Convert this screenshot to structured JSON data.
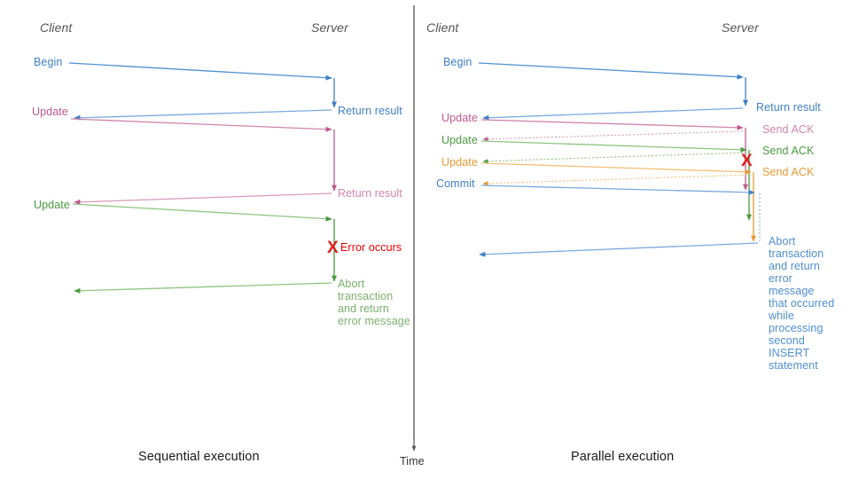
{
  "diagram": {
    "title": "Sequential vs Parallel transaction execution",
    "divider": {
      "name": "panel-divider",
      "color": "#444444"
    },
    "time_axis": {
      "label": "Time",
      "color": "#555555"
    },
    "colors": {
      "blue": "#3f7fc4",
      "blue_light": "#7aa9dd",
      "pink": "#bf5a8e",
      "pink_light": "#d79ab9",
      "green": "#4a9a3f",
      "green_light": "#8fc47f",
      "orange": "#e79a34",
      "orange_light": "#f2bf74",
      "red": "#e01b1b",
      "grey": "#555555"
    }
  },
  "left_panel": {
    "caption": "Sequential execution",
    "actor_client": "Client",
    "actor_server": "Server",
    "client_labels": [
      {
        "text": "Begin",
        "color": "#3f7fc4"
      },
      {
        "text": "Update",
        "color": "#bf5a8e"
      },
      {
        "text": "Update",
        "color": "#4a9a3f"
      }
    ],
    "server_labels": [
      {
        "text": "Return result",
        "color": "#3f7fc4"
      },
      {
        "text": "Return result",
        "color": "#bf5a8e"
      },
      {
        "text": "Error occurs",
        "color": "#e01b1b"
      },
      {
        "text": "Abort\ntransaction\nand return\nerror message",
        "color": "#4a9a3f"
      }
    ],
    "error_marker": "X"
  },
  "right_panel": {
    "caption": "Parallel execution",
    "actor_client": "Client",
    "actor_server": "Server",
    "client_labels": [
      {
        "text": "Begin",
        "color": "#3f7fc4"
      },
      {
        "text": "Update",
        "color": "#bf5a8e"
      },
      {
        "text": "Update",
        "color": "#4a9a3f"
      },
      {
        "text": "Update",
        "color": "#e79a34"
      },
      {
        "text": "Commit",
        "color": "#3f7fc4"
      }
    ],
    "server_labels": [
      {
        "text": "Return result",
        "color": "#3f7fc4"
      },
      {
        "text": "Send ACK",
        "color": "#bf5a8e"
      },
      {
        "text": "Send ACK",
        "color": "#4a9a3f"
      },
      {
        "text": "Send ACK",
        "color": "#e79a34"
      },
      {
        "text": "Abort\ntransaction\nand return\nerror message\nthat occurred\nwhile\nprocessing\nsecond\nINSERT\nstatement",
        "color": "#3f7fc4"
      }
    ],
    "error_marker": "X"
  }
}
